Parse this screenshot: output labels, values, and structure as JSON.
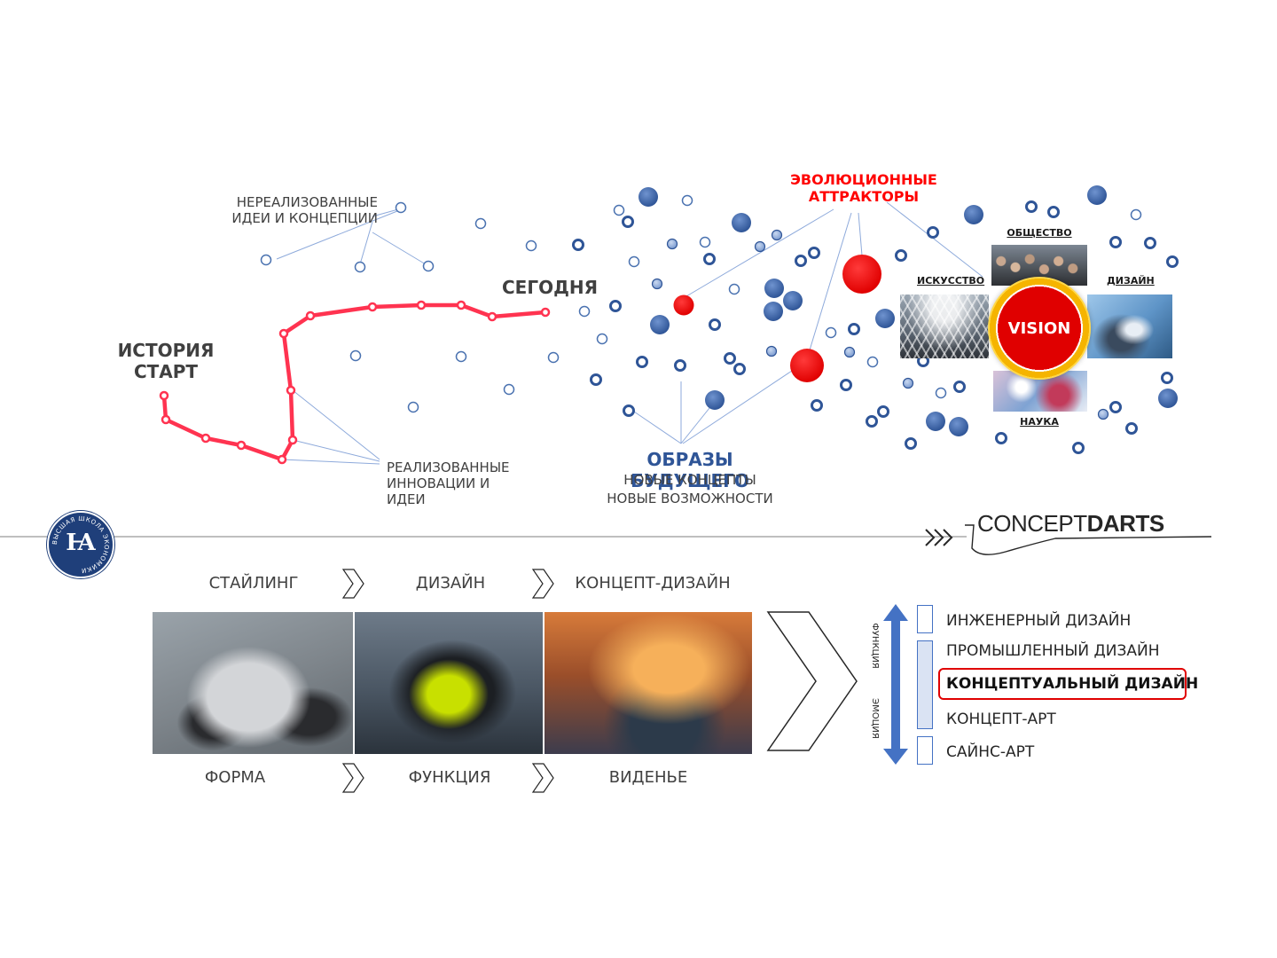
{
  "labels": {
    "unrealized": [
      "НЕРЕАЛИЗОВАННЫЕ",
      "ИДЕИ И КОНЦЕПЦИИ"
    ],
    "history": [
      "ИСТОРИЯ",
      "СТАРТ"
    ],
    "today": "СЕГОДНЯ",
    "realized": [
      "РЕАЛИЗОВАННЫЕ",
      "ИННОВАЦИИ И",
      "ИДЕИ"
    ],
    "images_future": "ОБРАЗЫ БУДУЩЕГО",
    "new_concepts": "НОВЫЕ КОНЦЕПТЫ",
    "new_possibilities": "НОВЫЕ ВОЗМОЖНОСТИ",
    "attractors": [
      "ЭВОЛЮЦИОННЫЕ",
      "АТТРАКТОРЫ"
    ],
    "society": "ОБЩЕСТВО",
    "art": "ИСКУССТВО",
    "design": "ДИЗАЙН",
    "science": "НАУКА",
    "vision": "VISION"
  },
  "logo": {
    "text": "ВЫСШАЯ ШКОЛА ЭКОНОМИКИ",
    "letter": "Ꙗ"
  },
  "brand": {
    "thin": "CONCEPT",
    "bold": "DARTS"
  },
  "stages_top": [
    "СТАЙЛИНГ",
    "ДИЗАЙН",
    "КОНЦЕПТ-ДИЗАЙН"
  ],
  "stages_bottom": [
    "ФОРМА",
    "ФУНКЦИЯ",
    "ВИДЕНЬЕ"
  ],
  "axis": {
    "top": "ФУНКЦИЯ",
    "bottom": "ЭМОЦИЯ"
  },
  "design_list": [
    "ИНЖЕНЕРНЫЙ ДИЗАЙН",
    "ПРОМЫШЛЕННЫЙ ДИЗАЙН",
    "КОНЦЕПТУАЛЬНЫЙ ДИЗАЙН",
    "КОНЦЕПТ-АРТ",
    "САЙНС-АРТ"
  ],
  "colors": {
    "path_red": "#ff3350",
    "accent_red": "#ff0000",
    "brand_blue": "#2f5597",
    "dot_blue": "#4a72b0",
    "vision_gold": "#f5b400"
  }
}
